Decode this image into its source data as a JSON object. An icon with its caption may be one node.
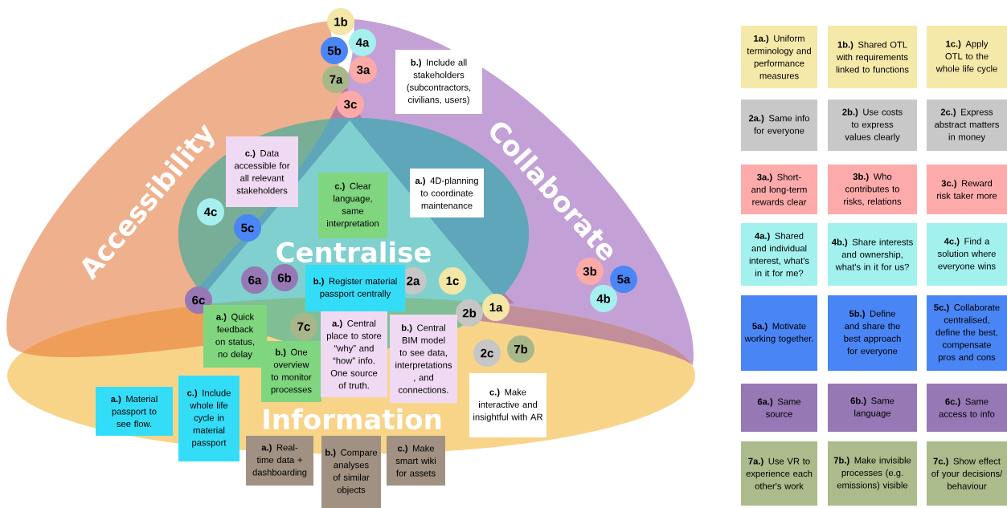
{
  "diagram": {
    "nodes": [
      {
        "text": [
          "Accessibility"
        ]
      },
      {
        "text": [
          "Collaborate"
        ]
      },
      {
        "text": [
          "Centralise"
        ]
      },
      {
        "text": [
          "Information"
        ]
      },
      {
        "text": [
          "1b"
        ]
      },
      {
        "text": [
          "4a"
        ]
      },
      {
        "text": [
          "5b"
        ]
      },
      {
        "text": [
          "3a"
        ]
      },
      {
        "text": [
          "7a"
        ]
      },
      {
        "text": [
          "3c"
        ]
      },
      {
        "text": [
          "4c"
        ]
      },
      {
        "text": [
          "5c"
        ]
      },
      {
        "text": [
          "6a"
        ]
      },
      {
        "text": [
          "6b"
        ]
      },
      {
        "text": [
          "6c"
        ]
      },
      {
        "text": [
          "2a"
        ]
      },
      {
        "text": [
          "1c"
        ]
      },
      {
        "text": [
          "2b"
        ]
      },
      {
        "text": [
          "1a"
        ]
      },
      {
        "text": [
          "7c"
        ]
      },
      {
        "text": [
          "2c"
        ]
      },
      {
        "text": [
          "7b"
        ]
      },
      {
        "text": [
          "3b"
        ]
      },
      {
        "text": [
          "5a"
        ]
      },
      {
        "text": [
          "4b"
        ]
      },
      {
        "text": [
          "**b.)** Include all stakeholders (subcontractors, civilians, users)"
        ]
      },
      {
        "text": [
          "**c.)** Data accessible for all relevant stakeholders"
        ]
      },
      {
        "text": [
          "**c.)** Clear language, same interpretation"
        ]
      },
      {
        "text": [
          "**a.)** 4D-planning to coordinate maintenance"
        ]
      },
      {
        "text": [
          "**b.)** Register material passport centrally"
        ]
      },
      {
        "text": [
          "**a.)** Quick feedback on status, no delay"
        ]
      },
      {
        "text": [
          "**b.)** One overview to monitor processes"
        ]
      },
      {
        "text": [
          "**a.)** Central place to store “why” and “how” info. One source of truth."
        ]
      },
      {
        "text": [
          "**b.)** Central BIM model to see data, interpretations , and connections."
        ]
      },
      {
        "text": [
          "**c.)** Make interactive and insightful with AR"
        ]
      },
      {
        "text": [
          "**a.)** Material passport to see flow."
        ]
      },
      {
        "text": [
          "**c.)** Include whole life cycle in material passport"
        ]
      },
      {
        "text": [
          "**a.)** Real-time data + dashboarding"
        ]
      },
      {
        "text": [
          "**b.)** Compare analyses of similar objects"
        ]
      },
      {
        "text": [
          "**c.)** Make smart wiki for assets"
        ]
      },
      {
        "text": [
          "**1a.)** Uniform terminology and performance measures"
        ]
      },
      {
        "text": [
          "**1b.)** Shared OTL with requirements linked to functions"
        ]
      },
      {
        "text": [
          "**1c.)** Apply OTL to the whole life cycle"
        ]
      },
      {
        "text": [
          "**2a.)** Same info for everyone"
        ]
      },
      {
        "text": [
          "**2b.)** Use costs to express values clearly"
        ]
      },
      {
        "text": [
          "**2c.)** Express abstract matters in money"
        ]
      },
      {
        "text": [
          "**3a.)** Short- and long-term rewards clear"
        ]
      },
      {
        "text": [
          "**3b.)** Who contributes to risks, relations"
        ]
      },
      {
        "text": [
          "**3c.)** Reward risk taker more"
        ]
      },
      {
        "text": [
          "**4a.)** Shared and individual interest, what's in it for me?"
        ]
      },
      {
        "text": [
          "**4b.)** Share interests and ownership, what's in it for us?"
        ]
      },
      {
        "text": [
          "**4c.)** Find a solution where everyone wins"
        ]
      },
      {
        "text": [
          "**5a.)** Motivate working together."
        ]
      },
      {
        "text": [
          "**5b.)** Define and share the best approach for everyone"
        ]
      },
      {
        "text": [
          "**5c.)** Collaborate centralised, define the best, compensate pros and cons"
        ]
      },
      {
        "text": [
          "**6a.)** Same source"
        ]
      },
      {
        "text": [
          "**6b.)** Same language"
        ]
      },
      {
        "text": [
          "**6c.)** Same access to info"
        ]
      },
      {
        "text": [
          "**7a.)** Use VR to experience each other's work"
        ]
      },
      {
        "text": [
          "**7b.)** Make invisible processes (e.g. emissions) visible"
        ]
      },
      {
        "text": [
          "**7c.)** Show effect of your decisions/ behaviour"
        ]
      }
    ]
  }
}
